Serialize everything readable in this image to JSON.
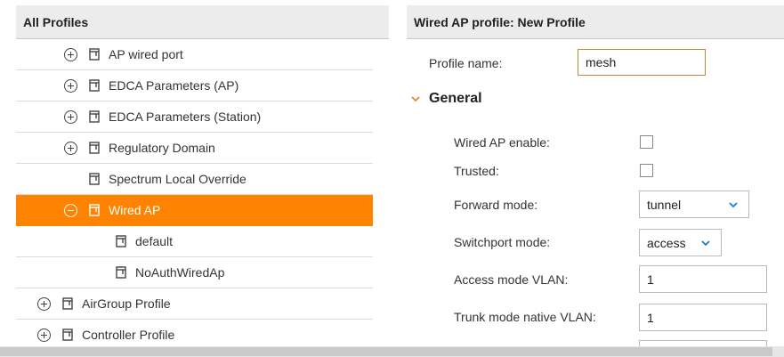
{
  "left_panel": {
    "title": "All Profiles",
    "rows": [
      {
        "label": "AP wired port",
        "toggle": "plus",
        "level": 2
      },
      {
        "label": "EDCA Parameters (AP)",
        "toggle": "plus",
        "level": 2
      },
      {
        "label": "EDCA Parameters (Station)",
        "toggle": "plus",
        "level": 2
      },
      {
        "label": "Regulatory Domain",
        "toggle": "plus",
        "level": 2
      },
      {
        "label": "Spectrum Local Override",
        "toggle": "none",
        "level": 2
      },
      {
        "label": "Wired AP",
        "toggle": "minus",
        "level": 2,
        "selected": true
      },
      {
        "label": "default",
        "toggle": "none",
        "level": 3
      },
      {
        "label": "NoAuthWiredAp",
        "toggle": "none",
        "level": 3
      },
      {
        "label": "AirGroup Profile",
        "toggle": "plus",
        "level": 1
      },
      {
        "label": "Controller Profile",
        "toggle": "plus",
        "level": 1
      }
    ]
  },
  "right_panel": {
    "title": "Wired AP profile: New Profile",
    "profile_name_label": "Profile name:",
    "profile_name_value": "mesh",
    "section_general": "General",
    "fields": {
      "wired_ap_enable_label": "Wired AP enable:",
      "trusted_label": "Trusted:",
      "forward_mode_label": "Forward mode:",
      "forward_mode_value": "tunnel",
      "switchport_mode_label": "Switchport mode:",
      "switchport_mode_value": "access",
      "access_vlan_label": "Access mode VLAN:",
      "access_vlan_value": "1",
      "trunk_native_vlan_label": "Trunk mode native VLAN:",
      "trunk_native_vlan_value": "1"
    }
  },
  "colors": {
    "accent": "#ff8300",
    "header_bg": "#ececec"
  },
  "icons": [
    "plus-circle-icon",
    "minus-circle-icon",
    "profile-doc-icon",
    "chevron-down-icon",
    "scroll-up-arrow-icon"
  ]
}
